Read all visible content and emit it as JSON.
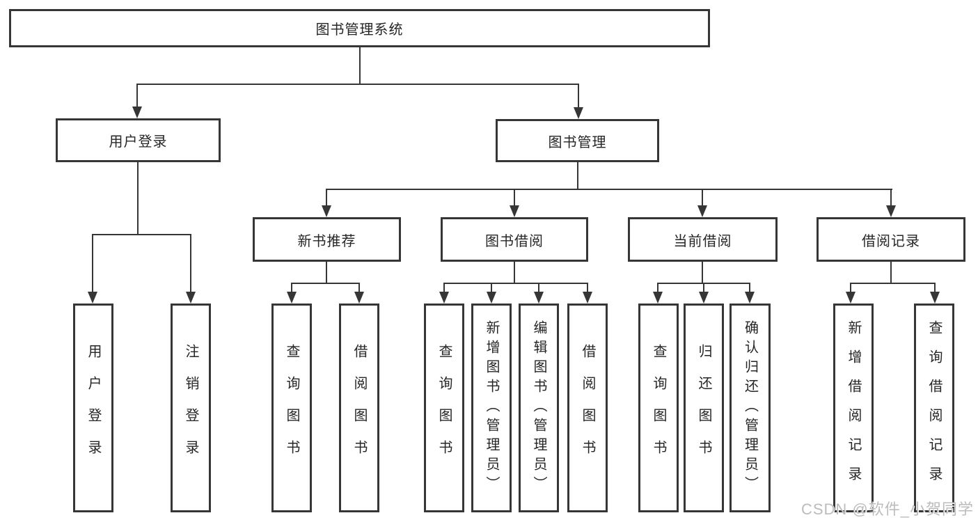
{
  "diagram": {
    "root": {
      "label": "图书管理系统"
    },
    "branches": [
      {
        "label": "用户登录",
        "children": [
          {
            "label": "用户登录"
          },
          {
            "label": "注销登录"
          }
        ]
      },
      {
        "label": "图书管理",
        "children": [
          {
            "label": "新书推荐",
            "children": [
              {
                "label": "查询图书"
              },
              {
                "label": "借阅图书"
              }
            ]
          },
          {
            "label": "图书借阅",
            "children": [
              {
                "label": "查询图书"
              },
              {
                "label": "新增图书（管理员）"
              },
              {
                "label": "编辑图书（管理员）"
              },
              {
                "label": "借阅图书"
              }
            ]
          },
          {
            "label": "当前借阅",
            "children": [
              {
                "label": "查询图书"
              },
              {
                "label": "归还图书"
              },
              {
                "label": "确认归还（管理员）"
              }
            ]
          },
          {
            "label": "借阅记录",
            "children": [
              {
                "label": "新增借阅记录"
              },
              {
                "label": "查询借阅记录"
              }
            ]
          }
        ]
      }
    ],
    "watermark": "CSDN @软件_小贺同学",
    "colors": {
      "line": "#363636",
      "text": "#262626",
      "background": "#ffffff",
      "watermark": "#bcbcbc"
    }
  }
}
